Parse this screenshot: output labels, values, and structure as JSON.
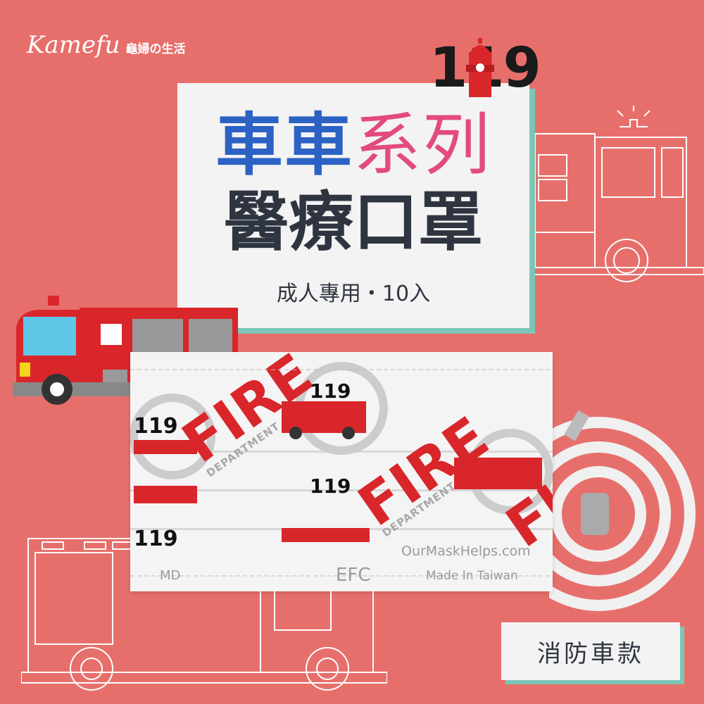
{
  "brand": {
    "script": "Kamefu",
    "chinese": "龜婦の生活"
  },
  "headline": {
    "number": "119",
    "title_blue": "車車",
    "title_pink": "系列",
    "title_main": "醫療口罩",
    "subtitle": "成人專用・10入"
  },
  "mask_print": {
    "url": "OurMaskHelps.com",
    "left_mark": "MD",
    "center_mark": "EFC",
    "origin": "Made In Taiwan",
    "pattern_word": "FIRE",
    "pattern_sub": "DEPARTMENT"
  },
  "badge": {
    "label": "消防車款"
  },
  "colors": {
    "background": "#e76f6b",
    "card": "#f3f3f3",
    "shadow": "#7cc6b6",
    "blue": "#2c62c4",
    "pink": "#e34a7e",
    "text_dark": "#2f3540",
    "truck_red": "#d9262b"
  }
}
